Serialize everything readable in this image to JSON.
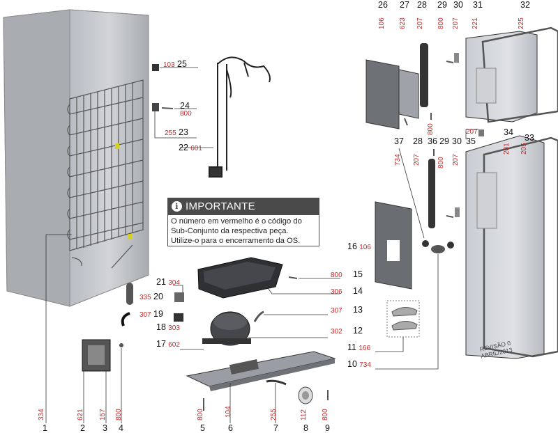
{
  "notice": {
    "title": "IMPORTANTE",
    "line1": "O número em vermelho é o código do",
    "line2": "Sub-Conjunto da respectiva peça.",
    "line3": "Utilize-o para o encerramento da OS."
  },
  "revision": {
    "line1": "REVISÃO 0",
    "line2": "ABRIL/2013"
  },
  "bottom_parts": [
    {
      "num": "1",
      "code": "334"
    },
    {
      "num": "2",
      "code": "621"
    },
    {
      "num": "3",
      "code": "157"
    },
    {
      "num": "4",
      "code": "800"
    },
    {
      "num": "5",
      "code": "800"
    },
    {
      "num": "6",
      "code": "104"
    },
    {
      "num": "7",
      "code": "255"
    },
    {
      "num": "8",
      "code": "112"
    },
    {
      "num": "9",
      "code": "800"
    }
  ],
  "side_parts": [
    {
      "num": "10",
      "code": "734"
    },
    {
      "num": "11",
      "code": "166"
    },
    {
      "num": "12",
      "code": "302"
    },
    {
      "num": "13",
      "code": "307"
    },
    {
      "num": "14",
      "code": "306"
    },
    {
      "num": "15",
      "code": "800"
    },
    {
      "num": "16",
      "code": "106"
    },
    {
      "num": "17",
      "code": "602"
    },
    {
      "num": "18",
      "code": "303"
    },
    {
      "num": "19",
      "code": "307"
    },
    {
      "num": "20",
      "code": "335"
    },
    {
      "num": "21",
      "code": "304"
    },
    {
      "num": "22",
      "code": "601"
    },
    {
      "num": "23",
      "code": "255"
    },
    {
      "num": "24",
      "code": "800"
    },
    {
      "num": "25",
      "code": "103"
    }
  ],
  "top_parts": [
    {
      "num": "26",
      "code": "106"
    },
    {
      "num": "27",
      "code": "623"
    },
    {
      "num": "28",
      "code": "207"
    },
    {
      "num": "29",
      "code": "800"
    },
    {
      "num": "30",
      "code": "207"
    },
    {
      "num": "31",
      "code": "221"
    },
    {
      "num": "32",
      "code": "225"
    },
    {
      "num": "33",
      "code": "205"
    },
    {
      "num": "34",
      "code": "201"
    },
    {
      "num": "35",
      "code": "207"
    },
    {
      "num": "36",
      "code": "800"
    },
    {
      "num": "37",
      "code": "734"
    },
    {
      "num": "28b",
      "code": "207"
    },
    {
      "num": "29b",
      "code": "800"
    },
    {
      "num": "30b",
      "code": "207"
    }
  ],
  "extra_labels": {
    "28b": "28",
    "29b": "29",
    "30b": "30",
    "code_800_door": "800"
  }
}
